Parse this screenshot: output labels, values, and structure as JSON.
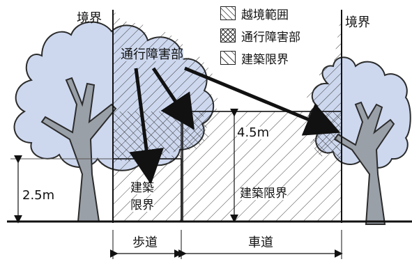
{
  "labels": {
    "boundary_left": "境界",
    "boundary_right": "境界",
    "obstruction": "通行障害部",
    "height_road": "4.5m",
    "height_sidewalk": "2.5m",
    "sidewalk_limit_line1": "建築",
    "sidewalk_limit_line2": "限界",
    "road_limit": "建築限界",
    "sidewalk": "歩道",
    "roadway": "車道"
  },
  "legend": [
    {
      "label": "越境範囲",
      "pattern": "single-hatch"
    },
    {
      "label": "通行障害部",
      "pattern": "cross-hatch"
    },
    {
      "label": "建築限界",
      "pattern": "wide-hatch"
    }
  ],
  "colors": {
    "tree_canopy": "#cdd8ef",
    "tree_outline": "#2b2b2b",
    "trunk": "#9aa0a8",
    "line": "#111111"
  }
}
